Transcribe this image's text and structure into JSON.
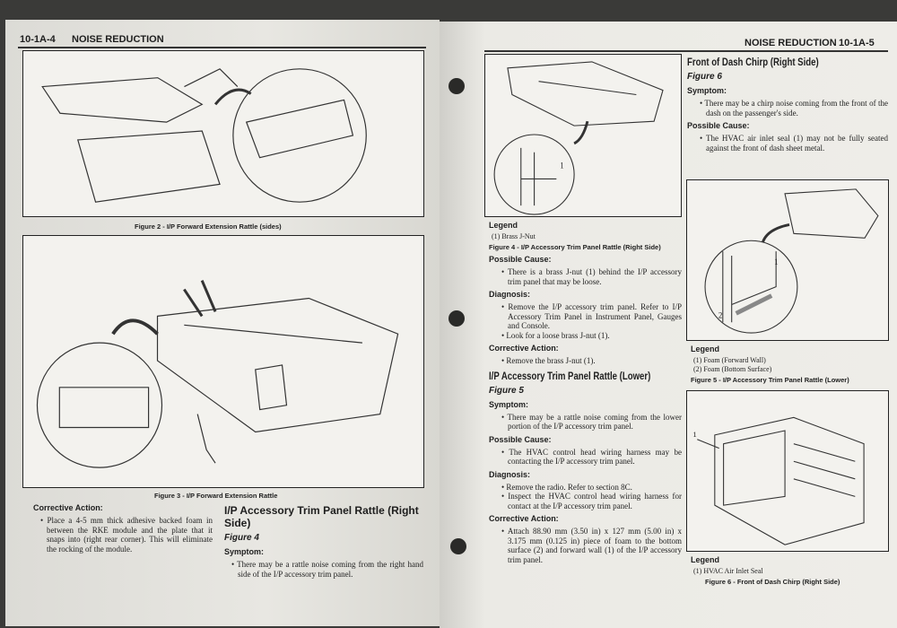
{
  "left_page": {
    "header_num": "10-1A-4",
    "header_title": "NOISE REDUCTION",
    "fig2_caption": "Figure 2 - I/P Forward Extension Rattle (sides)",
    "fig3_caption": "Figure 3 - I/P Forward Extension Rattle",
    "corrective_heading": "Corrective Action:",
    "corrective_items": [
      "Place a 4-5 mm thick adhesive backed foam in between the RKE module and the plate that it snaps into (right rear corner). This will eliminate the rocking of the module."
    ],
    "section_title": "I/P Accessory Trim Panel Rattle (Right Side)",
    "figure_ref": "Figure 4",
    "symptom_heading": "Symptom:",
    "symptom_items": [
      "There may be a rattle noise coming from the right hand side of the I/P accessory trim panel."
    ]
  },
  "right_page": {
    "header_title": "NOISE REDUCTION",
    "header_num": "10-1A-5",
    "fig4": {
      "legend_title": "Legend",
      "legend_items": [
        "(1) Brass J-Nut"
      ],
      "caption": "Figure 4 - I/P Accessory Trim Panel Rattle (Right Side)",
      "callouts": [
        "1"
      ]
    },
    "fig4_text": {
      "cause_heading": "Possible Cause:",
      "cause_items": [
        "There is a brass J-nut (1) behind the I/P accessory trim panel that may be loose."
      ],
      "diag_heading": "Diagnosis:",
      "diag_items": [
        "Remove the I/P accessory trim panel. Refer to I/P Accessory Trim Panel in Instrument Panel, Gauges and Console.",
        "Look for a loose brass J-nut (1)."
      ],
      "action_heading": "Corrective Action:",
      "action_items": [
        "Remove the brass J-nut (1)."
      ]
    },
    "sec5": {
      "title": "I/P Accessory Trim Panel Rattle (Lower)",
      "figure_ref": "Figure 5",
      "symptom_heading": "Symptom:",
      "symptom_items": [
        "There may be a rattle noise coming from the lower portion of the I/P accessory trim panel."
      ],
      "cause_heading": "Possible Cause:",
      "cause_items": [
        "The HVAC control head wiring harness may be contacting the I/P accessory trim panel."
      ],
      "diag_heading": "Diagnosis:",
      "diag_items": [
        "Remove the radio. Refer to section 8C.",
        "Inspect the HVAC control head wiring harness for contact at the I/P accessory trim panel."
      ],
      "action_heading": "Corrective Action:",
      "action_items": [
        "Attach 88.90 mm (3.50 in) x 127 mm (5.00 in) x 3.175 mm (0.125 in) piece of foam to the bottom surface (2) and forward wall (1) of the I/P accessory trim panel."
      ]
    },
    "sec6": {
      "title": "Front of Dash Chirp (Right Side)",
      "figure_ref": "Figure 6",
      "symptom_heading": "Symptom:",
      "symptom_items": [
        "There may be a chirp noise coming from the front of the dash on the passenger's side."
      ],
      "cause_heading": "Possible Cause:",
      "cause_items": [
        "The HVAC air inlet seal (1) may not be fully seated against the front of dash sheet metal."
      ]
    },
    "fig5": {
      "legend_title": "Legend",
      "legend_items": [
        "(1) Foam (Forward Wall)",
        "(2) Foam (Bottom Surface)"
      ],
      "caption": "Figure 5 - I/P Accessory Trim Panel Rattle (Lower)",
      "callouts": [
        "1",
        "2"
      ]
    },
    "fig6": {
      "legend_title": "Legend",
      "legend_items": [
        "(1) HVAC Air Inlet Seal"
      ],
      "caption": "Figure 6 - Front of Dash Chirp (Right Side)",
      "callouts": [
        "1"
      ]
    }
  }
}
